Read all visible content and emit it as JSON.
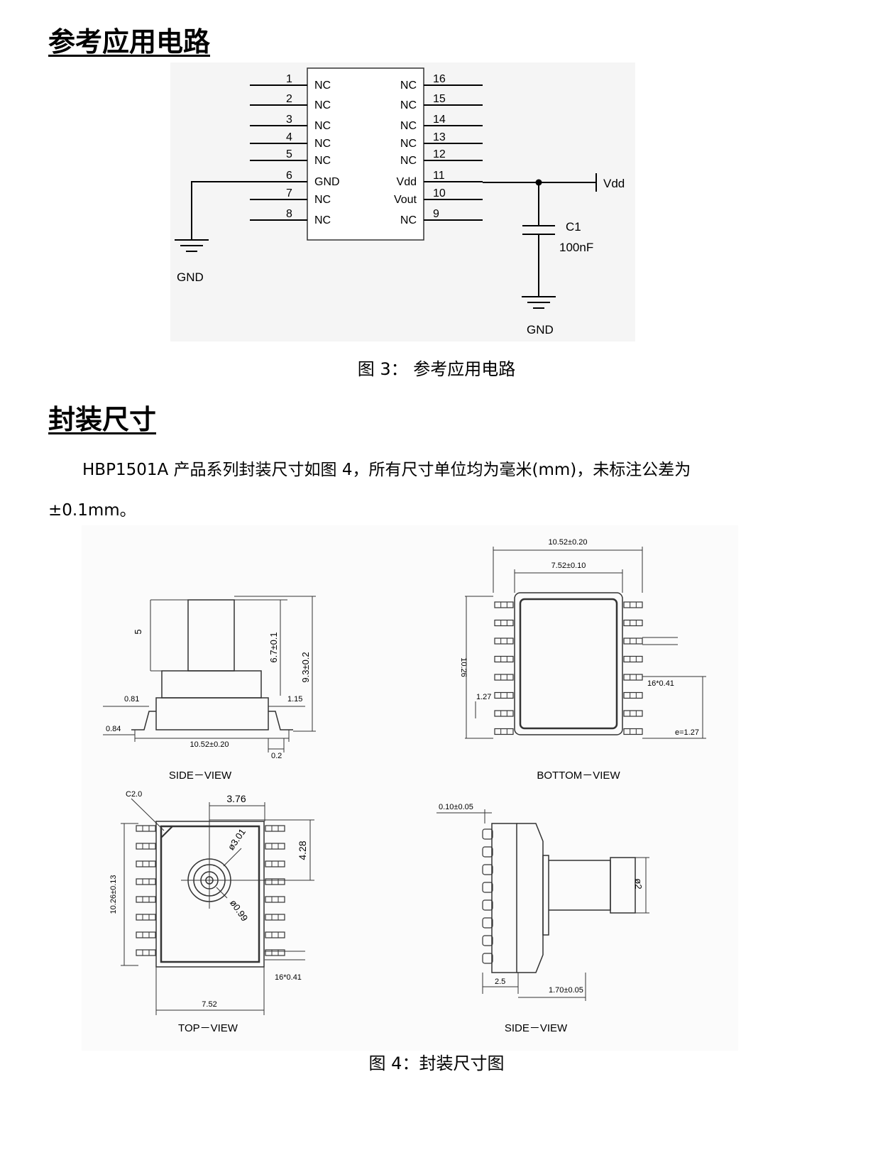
{
  "section1": {
    "heading": "参考应用电路"
  },
  "circuit": {
    "left_pins": [
      {
        "num": "1",
        "name": "NC"
      },
      {
        "num": "2",
        "name": "NC"
      },
      {
        "num": "3",
        "name": "NC"
      },
      {
        "num": "4",
        "name": "NC"
      },
      {
        "num": "5",
        "name": "NC"
      },
      {
        "num": "6",
        "name": "GND"
      },
      {
        "num": "7",
        "name": "NC"
      },
      {
        "num": "8",
        "name": "NC"
      }
    ],
    "right_pins": [
      {
        "num": "16",
        "name": "NC"
      },
      {
        "num": "15",
        "name": "NC"
      },
      {
        "num": "14",
        "name": "NC"
      },
      {
        "num": "13",
        "name": "NC"
      },
      {
        "num": "12",
        "name": "NC"
      },
      {
        "num": "11",
        "name": "Vdd"
      },
      {
        "num": "10",
        "name": "Vout"
      },
      {
        "num": "9",
        "name": "NC"
      }
    ],
    "vdd_label": "Vdd",
    "cap_name": "C1",
    "cap_value": "100nF",
    "gnd_left": "GND",
    "gnd_right": "GND"
  },
  "figure3": {
    "caption": "图 3：   参考应用电路"
  },
  "section2": {
    "heading": "封装尺寸",
    "para_line1": "HBP1501A 产品系列封装尺寸如图 4，所有尺寸单位均为毫米(mm)，未标注公差为",
    "para_line2": "±0.1mm。"
  },
  "package": {
    "side_view": {
      "title": "SIDE－VIEW",
      "d_5": "5",
      "d_67": "6.7±0.1",
      "d_93": "9.3±0.2",
      "d_081": "0.81",
      "d_084": "0.84",
      "d_115": "1.15",
      "d_1052": "10.52±0.20",
      "d_02": "0.2"
    },
    "bottom_view": {
      "title": "BOTTOM－VIEW",
      "d_1052": "10.52±0.20",
      "d_752": "7.52±0.10",
      "d_1026": "10.26",
      "d_127": "1.27",
      "d_16041": "16*0.41",
      "d_e127": "e=1.27"
    },
    "top_view": {
      "title": "TOP－VIEW",
      "d_c2": "C2.0",
      "d_376": "3.76",
      "d_301": "ø3.01",
      "d_099": "ø0.99",
      "d_428": "4.28",
      "d_1026": "10.26±0.13",
      "d_16041": "16*0.41",
      "d_752": "7.52"
    },
    "side_view2": {
      "title": "SIDE－VIEW",
      "d_010": "0.10±0.05",
      "d_2": "ø2",
      "d_25": "2.5",
      "d_170": "1.70±0.05"
    }
  },
  "figure4": {
    "caption": "图 4：封装尺寸图"
  }
}
